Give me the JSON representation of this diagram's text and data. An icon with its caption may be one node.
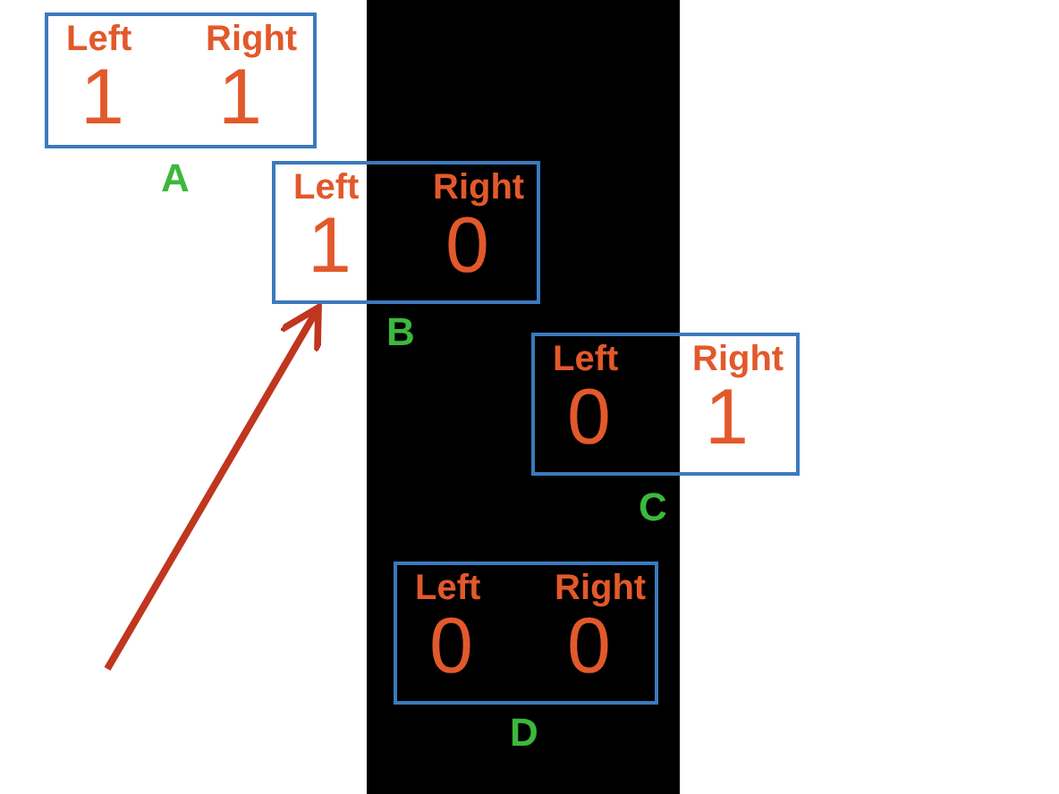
{
  "diagram": {
    "nodes": [
      {
        "text": [
          "Left",
          "Right",
          "1",
          "1"
        ],
        "beside": [
          "A"
        ]
      },
      {
        "text": [
          "Left",
          "Right",
          "1",
          "0"
        ],
        "beside": [
          "B"
        ]
      },
      {
        "text": [
          "Left",
          "Right",
          "0",
          "1"
        ],
        "beside": [
          "C"
        ]
      },
      {
        "text": [
          "Left",
          "Right",
          "0",
          "0"
        ],
        "beside": [
          "D"
        ]
      }
    ],
    "edges": [
      {
        "from": null,
        "to": 1,
        "arrow": "to",
        "color": "#c0361f"
      }
    ]
  }
}
